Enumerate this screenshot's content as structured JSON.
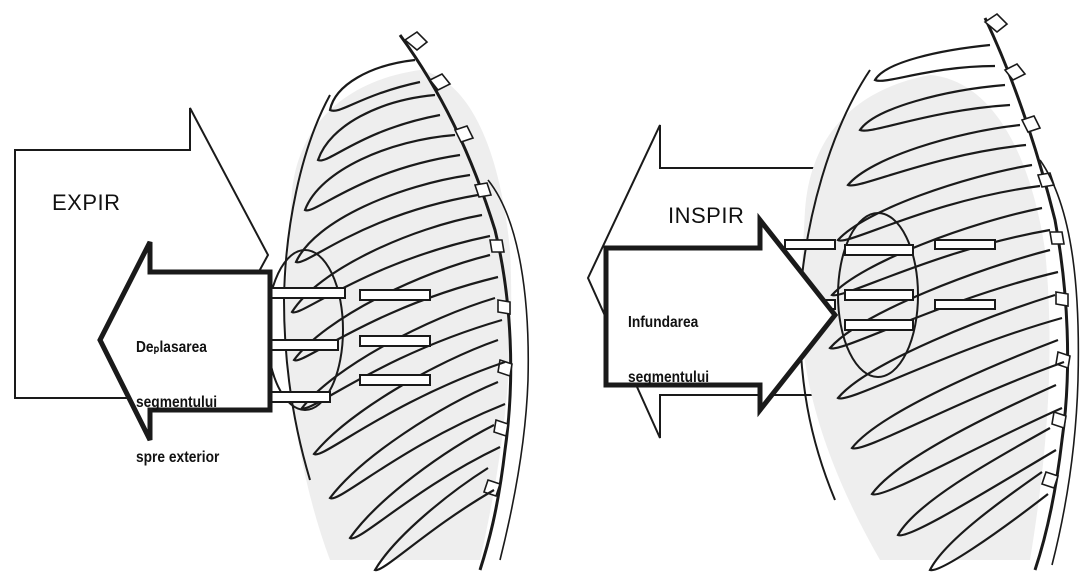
{
  "left_panel": {
    "phase_label": "EXPIR",
    "segment_label": [
      "Deₚlasarea",
      "segmentului",
      "spre exterior"
    ]
  },
  "right_panel": {
    "phase_label": "INSPIR",
    "segment_label": [
      "Infundarea",
      "segmentului"
    ]
  },
  "colors": {
    "line": "#1a1a1a",
    "shade": "#d9d9d9",
    "background": "#ffffff"
  },
  "icons": [
    "big-outline-arrow-left",
    "bold-arrow-left",
    "bold-arrow-right",
    "rib-cage-illustration"
  ]
}
